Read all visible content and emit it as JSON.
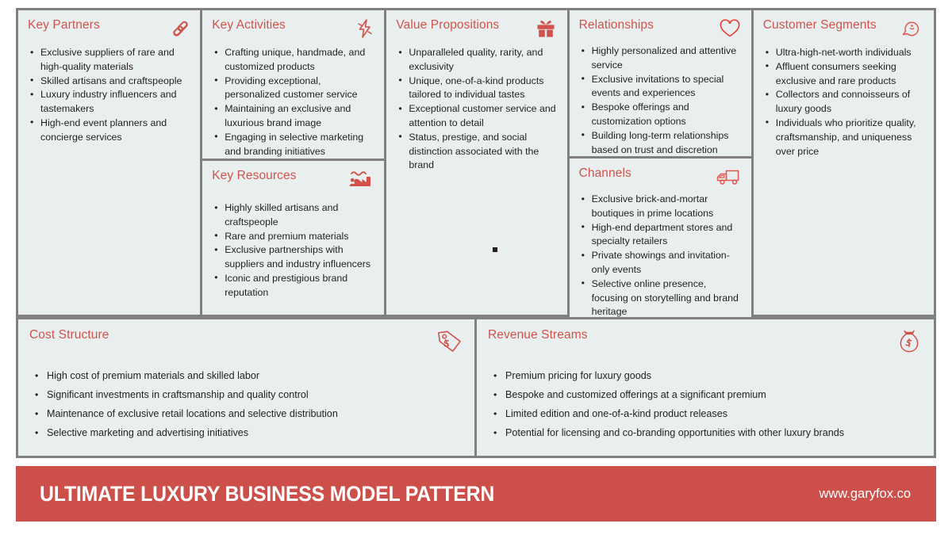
{
  "colors": {
    "accent_red": "#d2524b",
    "footer_red": "#cc5049",
    "panel_bg": "#e9efef",
    "grid_line": "#808080",
    "body_text": "#231f20"
  },
  "blocks": {
    "key_partners": {
      "title": "Key Partners",
      "icon": "chain-link-icon",
      "items": [
        "Exclusive suppliers of rare and high-quality materials",
        "Skilled artisans and craftspeople",
        "Luxury industry influencers and tastemakers",
        "High-end event planners and concierge services"
      ]
    },
    "key_activities": {
      "title": "Key Activities",
      "icon": "lightning-bolt-icon",
      "items": [
        "Crafting unique, handmade, and customized products",
        "Providing exceptional, personalized customer service",
        "Maintaining an exclusive and luxurious brand image",
        "Engaging in selective marketing and branding initiatives"
      ]
    },
    "key_resources": {
      "title": "Key Resources",
      "icon": "factory-icon",
      "items": [
        "Highly skilled artisans and craftspeople",
        "Rare and premium materials",
        "Exclusive partnerships with suppliers and industry influencers",
        "Iconic and prestigious brand reputation"
      ]
    },
    "value_propositions": {
      "title": "Value Propositions",
      "icon": "gift-icon",
      "items": [
        "Unparalleled quality, rarity, and exclusivity",
        "Unique, one-of-a-kind products tailored to individual tastes",
        "Exceptional customer service and attention to detail",
        "Status, prestige, and social distinction associated with the brand"
      ]
    },
    "relationships": {
      "title": "Relationships",
      "icon": "heart-icon",
      "items": [
        "Highly personalized and attentive service",
        "Exclusive invitations to special events and experiences",
        "Bespoke offerings and customization options",
        "Building long-term relationships based on trust and discretion"
      ]
    },
    "channels": {
      "title": "Channels",
      "icon": "delivery-truck-icon",
      "items": [
        "Exclusive brick-and-mortar boutiques in prime locations",
        "High-end department stores and specialty retailers",
        "Private showings and invitation-only events",
        "Selective online presence, focusing on storytelling and brand heritage"
      ]
    },
    "customer_segments": {
      "title": "Customer Segments",
      "icon": "customer-face-icon",
      "items": [
        "Ultra-high-net-worth individuals",
        "Affluent consumers seeking exclusive and rare products",
        "Collectors and connoisseurs of luxury goods",
        "Individuals who prioritize quality, craftsmanship, and uniqueness over price"
      ]
    },
    "cost_structure": {
      "title": "Cost Structure",
      "icon": "price-tag-icon",
      "items": [
        "High cost of premium materials and skilled labor",
        "Significant investments in craftsmanship and quality control",
        "Maintenance of exclusive retail locations and selective distribution",
        "Selective marketing and advertising initiatives"
      ]
    },
    "revenue_streams": {
      "title": "Revenue Streams",
      "icon": "money-bag-icon",
      "items": [
        "Premium pricing for luxury goods",
        "Bespoke and customized offerings at a significant premium",
        "Limited edition and one-of-a-kind product releases",
        "Potential for licensing and co-branding opportunities with other luxury brands"
      ]
    }
  },
  "footer": {
    "title": "ULTIMATE LUXURY BUSINESS MODEL PATTERN",
    "url": "www.garyfox.co"
  }
}
